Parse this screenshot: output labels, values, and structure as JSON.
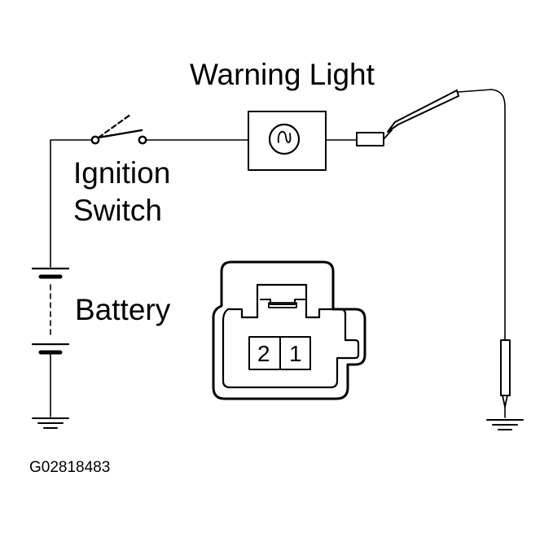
{
  "labels": {
    "warning_light": "Warning Light",
    "ignition_line1": "Ignition",
    "ignition_line2": "Switch",
    "battery": "Battery",
    "figure_code": "G02818483"
  },
  "connector": {
    "pins": [
      "2",
      "1"
    ]
  },
  "colors": {
    "line": "#000000",
    "background": "#ffffff"
  }
}
